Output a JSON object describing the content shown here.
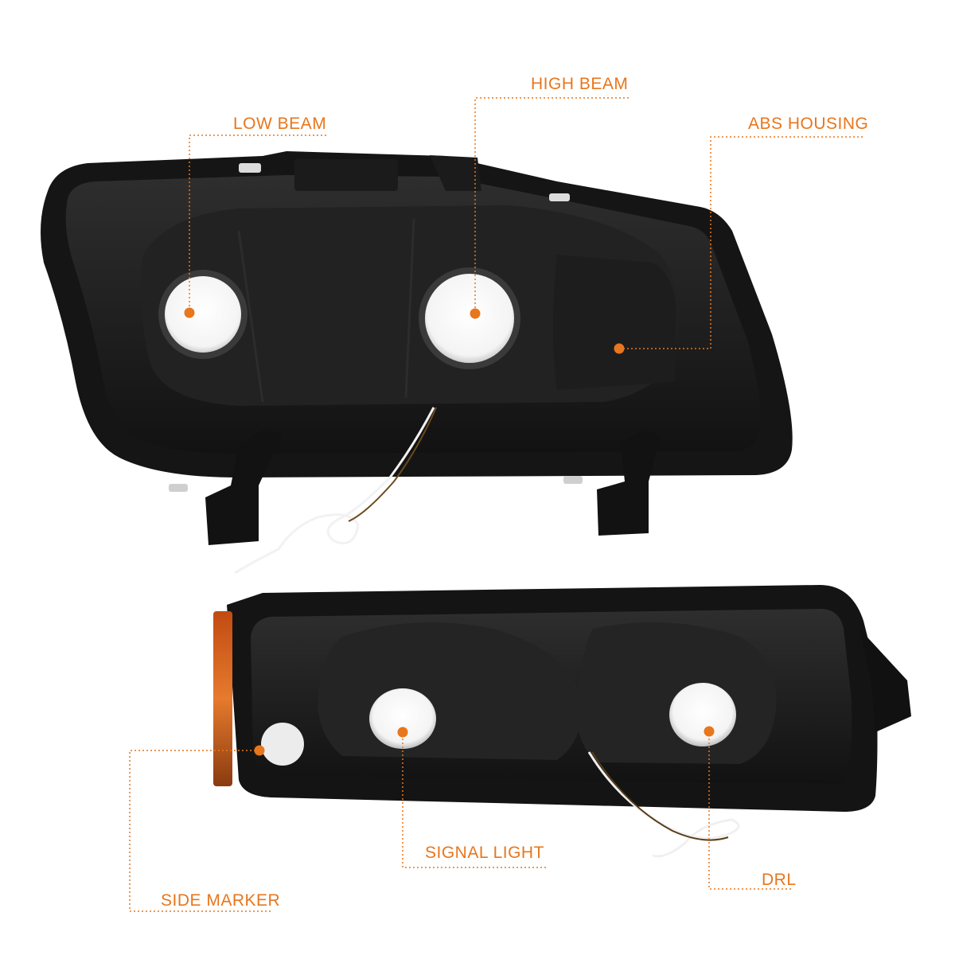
{
  "callouts": {
    "low_beam": "LOW BEAM",
    "high_beam": "HIGH BEAM",
    "abs_housing": "ABS HOUSING",
    "signal_light": "SIGNAL LIGHT",
    "drl": "DRL",
    "side_marker": "SIDE MARKER"
  },
  "colors": {
    "accent": "#e8761c",
    "housing": "#1a1a1a",
    "background": "#ffffff"
  }
}
